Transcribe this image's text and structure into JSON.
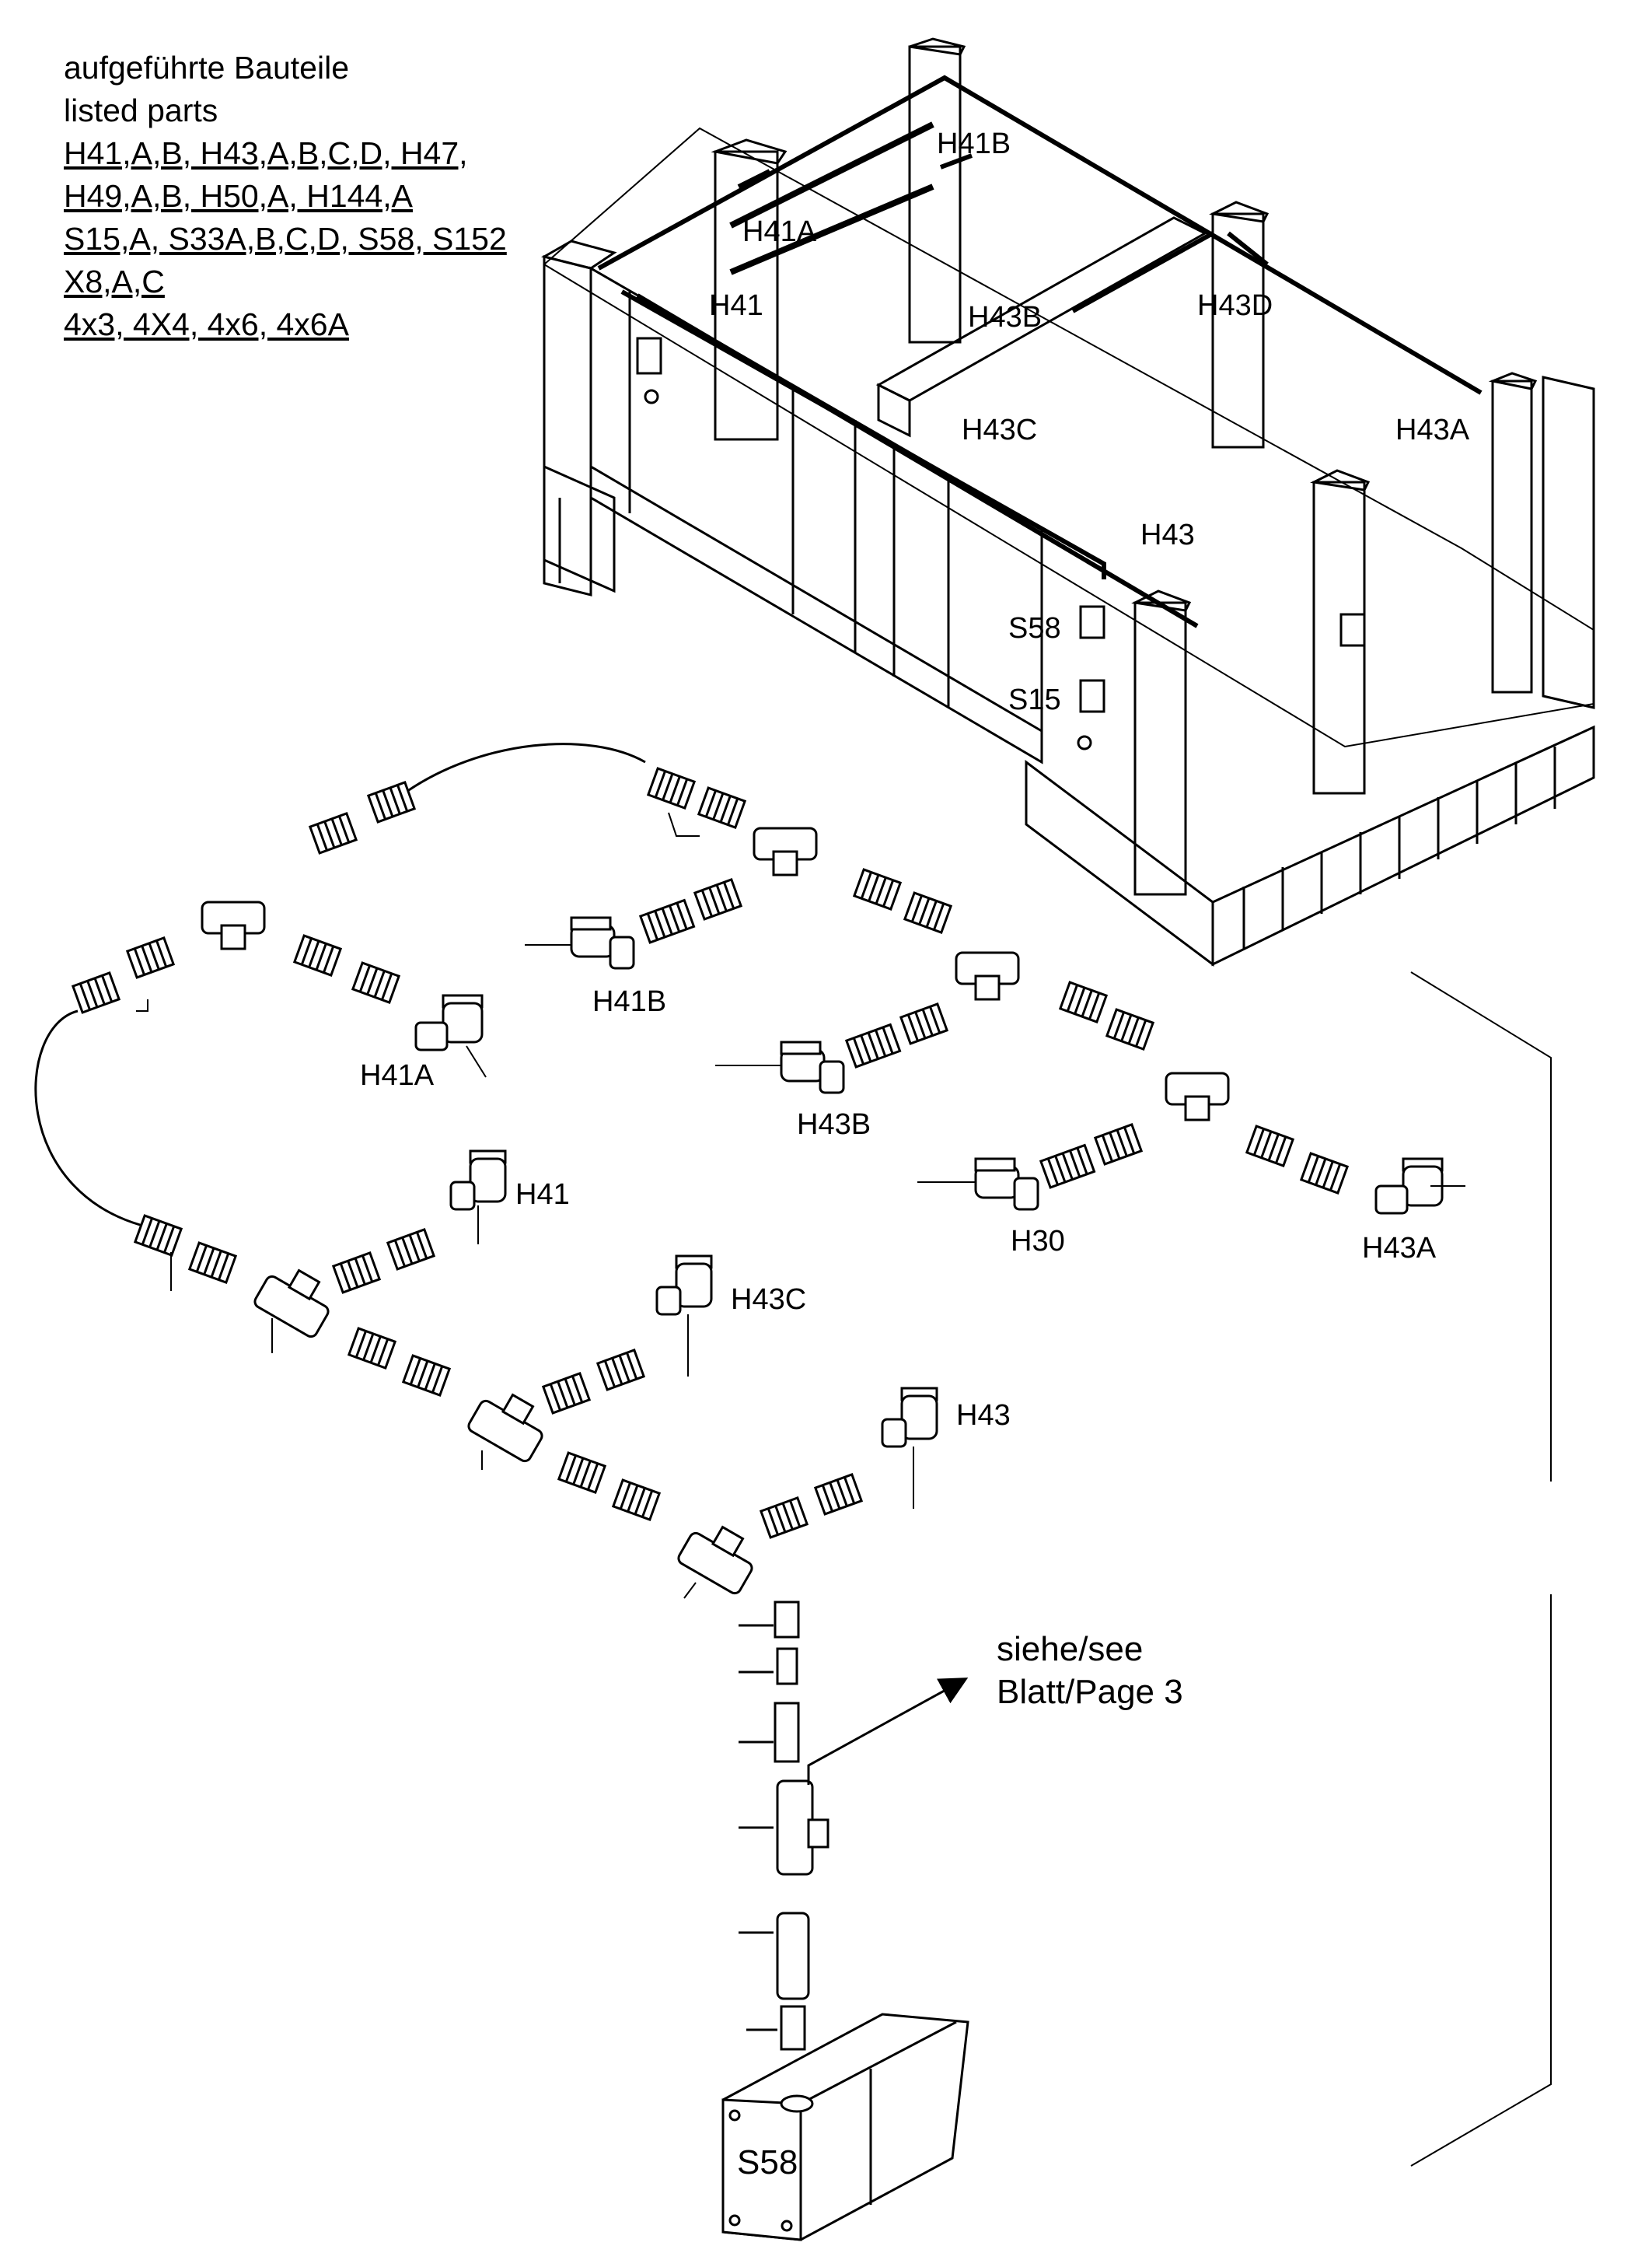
{
  "header": {
    "title_de": "aufgeführte Bauteile",
    "title_en": "listed parts",
    "parts_lines": [
      "H41,A,B, H43,A,B,C,D, H47,",
      "H49,A,B, H50,A, H144,A",
      "S15,A, S33A,B,C,D, S58, S152",
      "X8,A,C",
      "4x3, 4X4, 4x6, 4x6A"
    ]
  },
  "machine_labels": {
    "h41b": "H41B",
    "h41a": "H41A",
    "h41": "H41",
    "h43b": "H43B",
    "h43d": "H43D",
    "h43c": "H43C",
    "h43a": "H43A",
    "h43": "H43",
    "s58": "S58",
    "s15": "S15"
  },
  "hose_labels": {
    "h41b": "H41B",
    "h41a": "H41A",
    "h43b": "H43B",
    "h30": "H30",
    "h43a": "H43A",
    "h41": "H41",
    "h43c": "H43C",
    "h43": "H43"
  },
  "reference": {
    "line1": "siehe/see",
    "line2": "Blatt/Page 3"
  },
  "tank_label": "S58",
  "colors": {
    "line": "#000000",
    "background": "#ffffff"
  }
}
